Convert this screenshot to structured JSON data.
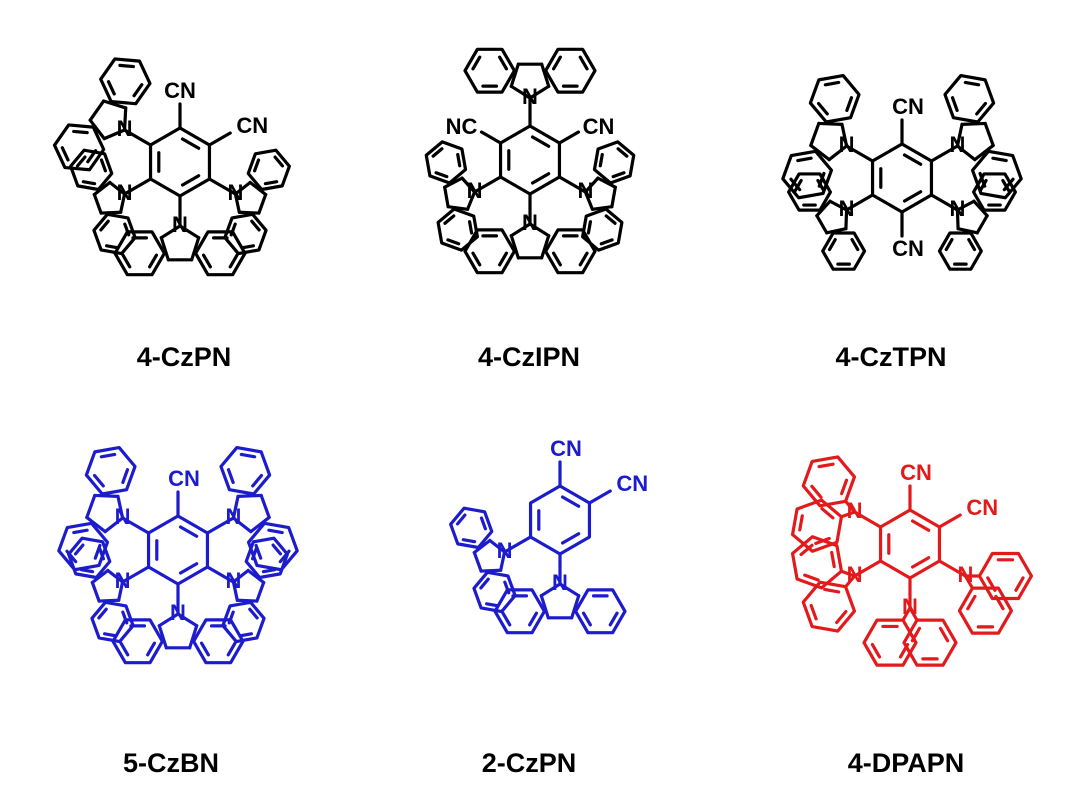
{
  "molecules": [
    {
      "name": "4-CzPN",
      "color": "#000000",
      "top_substituent": "CN",
      "upper_right_substituent": "CN"
    },
    {
      "name": "4-CzIPN",
      "color": "#000000",
      "upper_left_substituent": "NC",
      "upper_right_substituent": "CN"
    },
    {
      "name": "4-CzTPN",
      "color": "#000000",
      "top_substituent": "CN",
      "bottom_substituent": "CN"
    },
    {
      "name": "5-CzBN",
      "color": "#1c1ccc",
      "top_substituent": "CN"
    },
    {
      "name": "2-CzPN",
      "color": "#1c1ccc",
      "top_substituent": "CN",
      "side_substituent": "CN"
    },
    {
      "name": "4-DPAPN",
      "color": "#e31a1c",
      "top_substituent": "CN",
      "upper_right_substituent": "CN"
    }
  ],
  "atom_label": "N"
}
